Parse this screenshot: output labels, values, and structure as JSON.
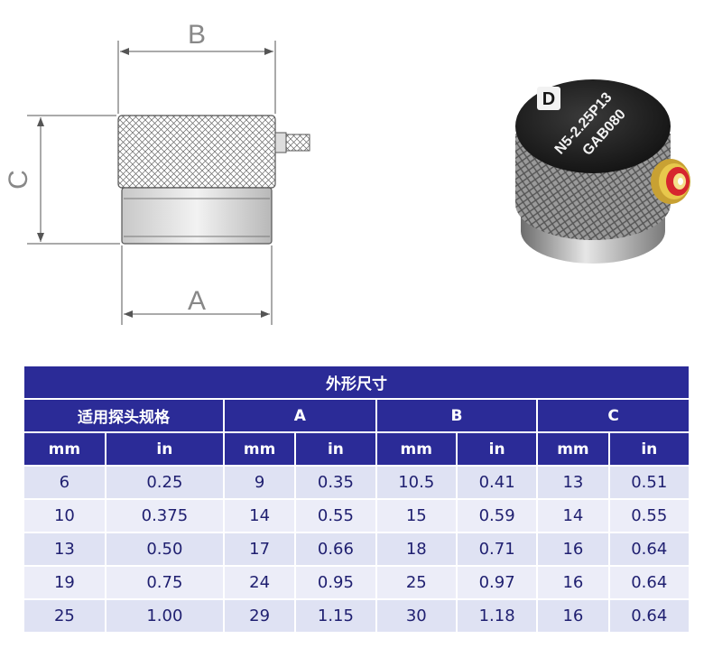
{
  "drawing": {
    "label_a": "A",
    "label_b": "B",
    "label_c": "C"
  },
  "product_photo": {
    "logo": "D",
    "model_line1": "N5-2.25P13",
    "model_line2": "GAB080"
  },
  "table": {
    "title": "外形尺寸",
    "group_headers": [
      "适用探头规格",
      "A",
      "B",
      "C"
    ],
    "unit_headers": [
      "mm",
      "in",
      "mm",
      "in",
      "mm",
      "in",
      "mm",
      "in"
    ],
    "rows": [
      [
        "6",
        "0.25",
        "9",
        "0.35",
        "10.5",
        "0.41",
        "13",
        "0.51"
      ],
      [
        "10",
        "0.375",
        "14",
        "0.55",
        "15",
        "0.59",
        "14",
        "0.55"
      ],
      [
        "13",
        "0.50",
        "17",
        "0.66",
        "18",
        "0.71",
        "16",
        "0.64"
      ],
      [
        "19",
        "0.75",
        "24",
        "0.95",
        "25",
        "0.97",
        "16",
        "0.64"
      ],
      [
        "25",
        "1.00",
        "29",
        "1.15",
        "30",
        "1.18",
        "16",
        "0.64"
      ]
    ]
  },
  "colors": {
    "header_bg": "#2b2b97",
    "row_light": "#dfe2f3",
    "row_alt": "#ecedf8",
    "cell_text": "#1f1f70"
  }
}
